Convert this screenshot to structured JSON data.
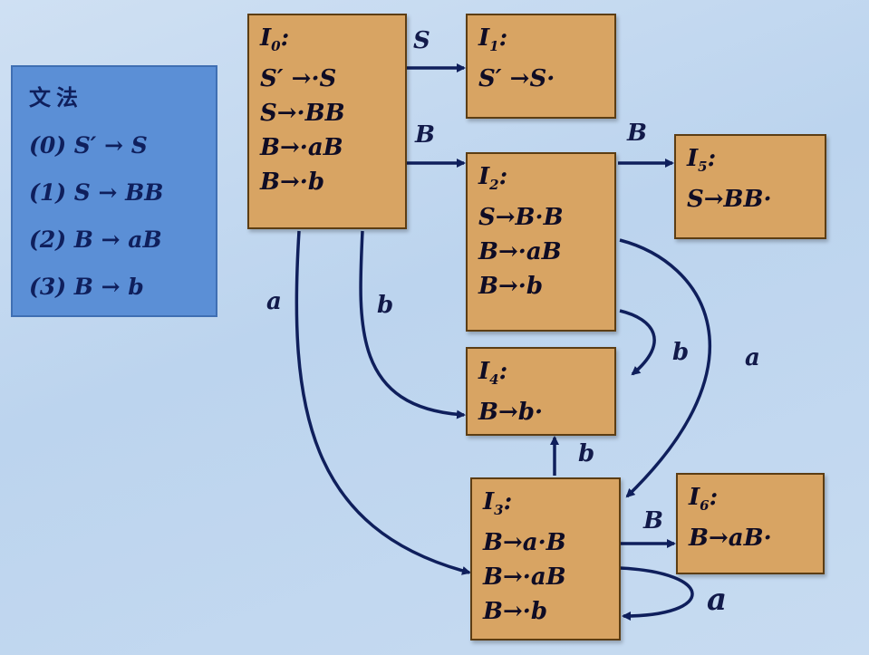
{
  "grammar": {
    "title": "文法",
    "rules": [
      {
        "id": 0,
        "text": "(0) S′ → S"
      },
      {
        "id": 1,
        "text": "(1) S → BB"
      },
      {
        "id": 2,
        "text": "(2) B → aB"
      },
      {
        "id": 3,
        "text": "(3) B → b"
      }
    ]
  },
  "states": [
    {
      "key": "I0",
      "name": "I",
      "index": "0",
      "items": [
        "S′ →·S",
        "S→·BB",
        "B→·aB",
        "B→·b"
      ]
    },
    {
      "key": "I1",
      "name": "I",
      "index": "1",
      "items": [
        "S′ →S·"
      ]
    },
    {
      "key": "I2",
      "name": "I",
      "index": "2",
      "items": [
        "S→B·B",
        "B→·aB",
        "B→·b"
      ]
    },
    {
      "key": "I3",
      "name": "I",
      "index": "3",
      "items": [
        "B→a·B",
        "B→·aB",
        "B→·b"
      ]
    },
    {
      "key": "I4",
      "name": "I",
      "index": "4",
      "items": [
        "B→b·"
      ]
    },
    {
      "key": "I5",
      "name": "I",
      "index": "5",
      "items": [
        "S→BB·"
      ]
    },
    {
      "key": "I6",
      "name": "I",
      "index": "6",
      "items": [
        "B→aB·"
      ]
    }
  ],
  "transitions": [
    {
      "from": "I0",
      "to": "I1",
      "symbol": "S"
    },
    {
      "from": "I0",
      "to": "I2",
      "symbol": "B"
    },
    {
      "from": "I0",
      "to": "I3",
      "symbol": "a"
    },
    {
      "from": "I0",
      "to": "I4",
      "symbol": "b"
    },
    {
      "from": "I2",
      "to": "I5",
      "symbol": "B"
    },
    {
      "from": "I2",
      "to": "I4",
      "symbol": "b"
    },
    {
      "from": "I2",
      "to": "I3",
      "symbol": "a"
    },
    {
      "from": "I3",
      "to": "I4",
      "symbol": "b"
    },
    {
      "from": "I3",
      "to": "I6",
      "symbol": "B"
    },
    {
      "from": "I3",
      "to": "I3",
      "symbol": "a"
    }
  ]
}
